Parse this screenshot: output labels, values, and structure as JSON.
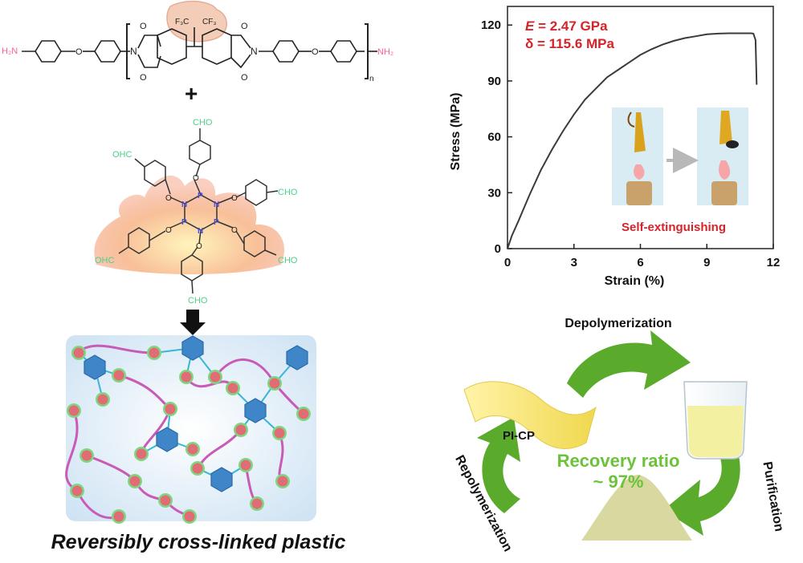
{
  "chemistry": {
    "h2n": "H₂N",
    "nh2": "NH₂",
    "cf3_left": "F₃C",
    "cf3_right": "CF₃",
    "repeat_n": "n",
    "oxygen": "O",
    "nitrogen": "N",
    "phosphorus": "P",
    "plus": "+",
    "cho": "CHO",
    "ohc": "OHC"
  },
  "network": {
    "caption": "Reversibly cross-linked plastic",
    "chain_color": "#c85ab8",
    "node_color": "#3f86c8",
    "bead_color": "#e06c76",
    "rim_color": "#7fd67f"
  },
  "chart_data": {
    "type": "line",
    "title": "",
    "xlabel": "Strain (%)",
    "ylabel": "Stress (MPa)",
    "xlim": [
      0,
      12
    ],
    "ylim": [
      0,
      130
    ],
    "xticks": [
      "0",
      "3",
      "6",
      "9",
      "12"
    ],
    "yticks": [
      "0",
      "30",
      "60",
      "90",
      "120"
    ],
    "grid": false,
    "series": [
      {
        "color": "#3a3a3a",
        "x": [
          0,
          0.2,
          0.5,
          1,
          1.5,
          2,
          2.5,
          3,
          3.5,
          4,
          4.5,
          5,
          5.5,
          6,
          6.5,
          7,
          7.5,
          8,
          8.5,
          9,
          9.5,
          10,
          10.5,
          11,
          11.1,
          11.2,
          11.25
        ],
        "y": [
          0,
          7,
          15,
          29,
          42,
          53,
          63,
          72,
          80,
          86,
          92,
          96,
          100,
          104,
          107,
          109.5,
          111.5,
          113,
          114,
          115,
          115.4,
          115.6,
          115.6,
          115.6,
          115.4,
          112,
          88
        ]
      }
    ],
    "annotations": {
      "modulus_symbol": "E",
      "modulus_value": " = 2.47 GPa",
      "strength": "δ = 115.6 MPa",
      "inset_label": "Self-extinguishing"
    },
    "annotation_color": "#d4242a"
  },
  "recycling": {
    "depolymerization": "Depolymerization",
    "purification": "Purification",
    "repolymerization": "Repolymerization",
    "material": "PI-CP",
    "recovery_title": "Recovery ratio",
    "recovery_value": "~ 97%",
    "arrow_color": "#5aaa2c",
    "recovery_color": "#6cc23a"
  }
}
